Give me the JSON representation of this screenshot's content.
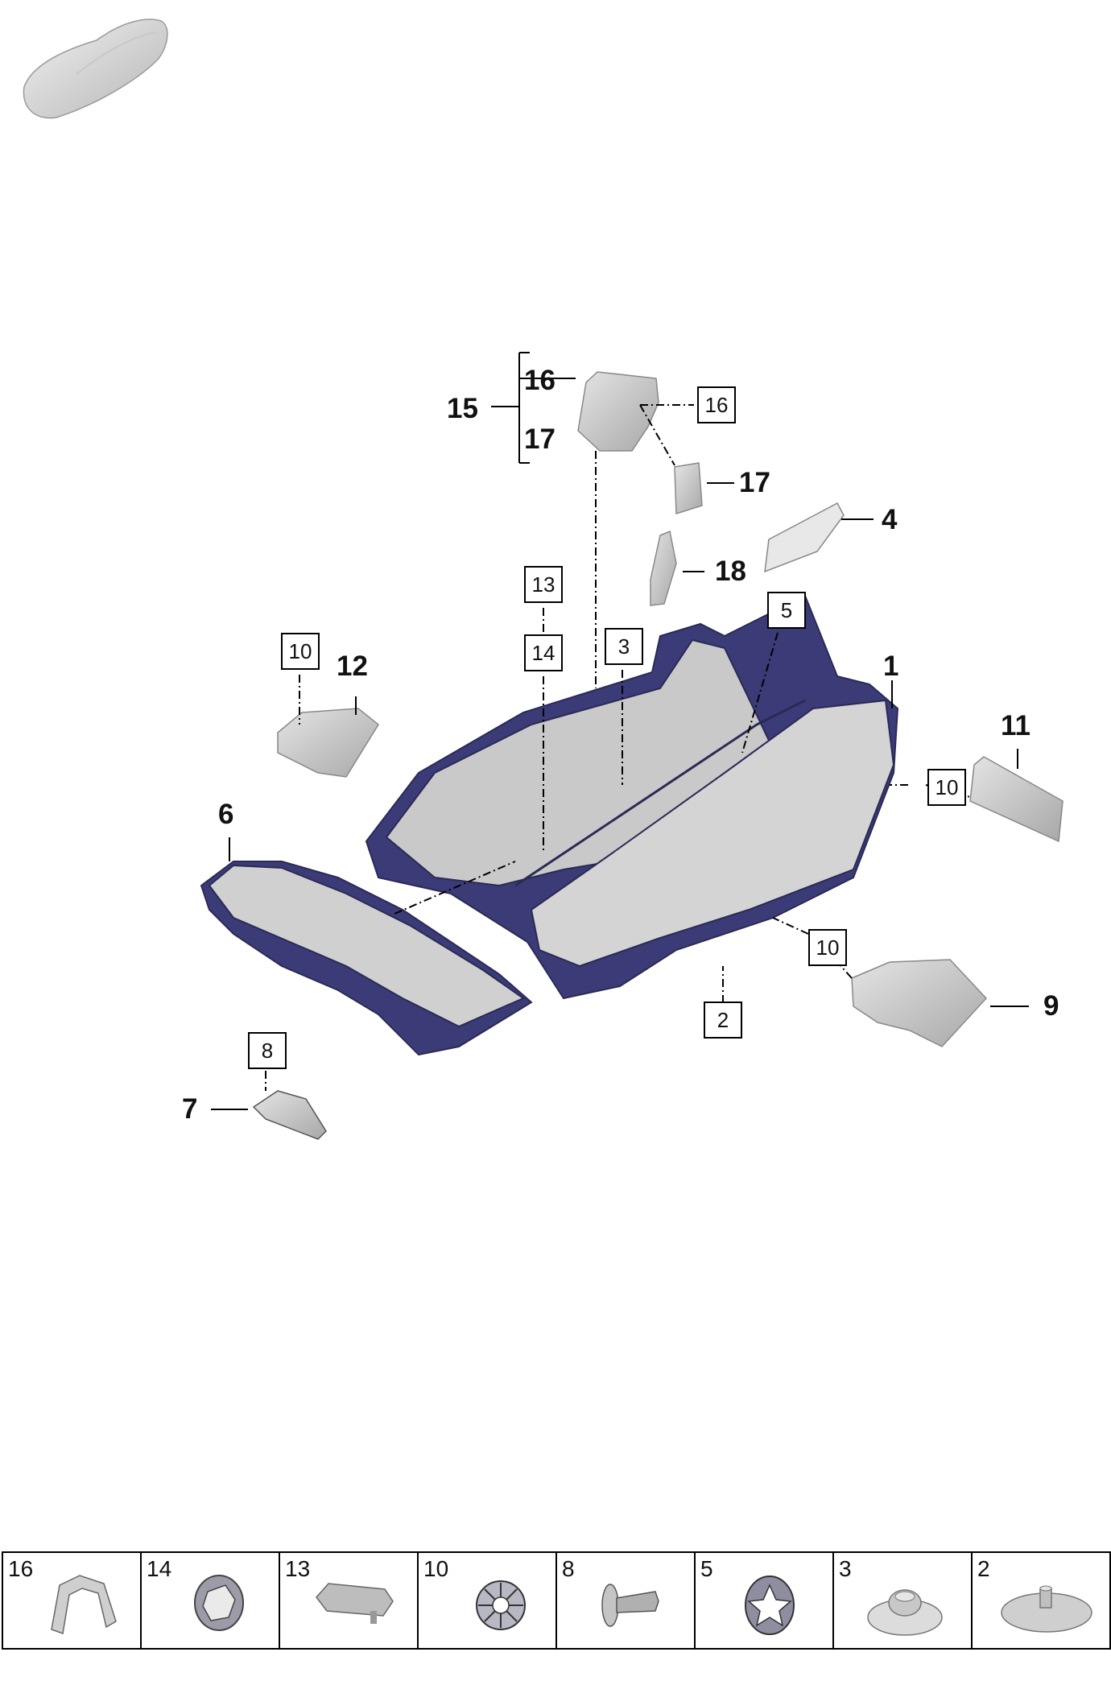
{
  "callouts": {
    "c1": "1",
    "c4": "4",
    "c6": "6",
    "c7": "7",
    "c9": "9",
    "c11": "11",
    "c12": "12",
    "c15": "15",
    "c16": "16",
    "c17a": "17",
    "c17b": "17",
    "c18": "18"
  },
  "boxed": {
    "b16": "16",
    "b13": "13",
    "b14": "14",
    "b3": "3",
    "b5": "5",
    "b10a": "10",
    "b10b": "10",
    "b10c": "10",
    "b2": "2",
    "b8": "8"
  },
  "strip": [
    {
      "num": "16",
      "icon": "clip-bracket-icon"
    },
    {
      "num": "14",
      "icon": "hex-grommet-icon"
    },
    {
      "num": "13",
      "icon": "vin-plug-icon"
    },
    {
      "num": "10",
      "icon": "spring-nut-icon"
    },
    {
      "num": "8",
      "icon": "push-rivet-icon"
    },
    {
      "num": "5",
      "icon": "star-washer-icon"
    },
    {
      "num": "3",
      "icon": "dome-nut-icon"
    },
    {
      "num": "2",
      "icon": "flat-stud-icon"
    }
  ]
}
